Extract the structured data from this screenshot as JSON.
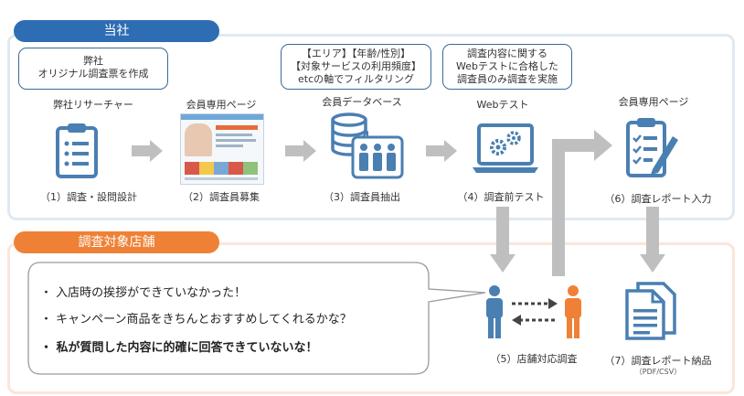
{
  "sections": {
    "company": "当社",
    "store": "調査対象店舗"
  },
  "notes": {
    "company_note": "弊社\nオリジナル調査票を作成",
    "filter_note": "【エリア】【年齢/性別】\n【対象サービスの利用頻度】\netcの軸でフィルタリング",
    "test_note": "調査内容に関する\nWebテストに合格した\n調査員のみ調査を実施"
  },
  "steps": [
    {
      "top": "弊社リサーチャー",
      "caption": "（1）調査・設問設計",
      "icon": "clipboard-list-icon"
    },
    {
      "top": "会員専用ページ",
      "caption": "（2）調査員募集",
      "icon": "webpage-screenshot"
    },
    {
      "top": "会員データベース",
      "caption": "（3）調査員抽出",
      "icon": "database-people-icon"
    },
    {
      "top": "Webテスト",
      "caption": "（4）調査前テスト",
      "icon": "laptop-gears-icon"
    },
    {
      "top": "会員専用ページ",
      "caption": "（6）調査レポート入力",
      "icon": "clipboard-check-pen-icon"
    }
  ],
  "bottom_steps": [
    {
      "caption": "（5）店舗対応調査",
      "icon": "two-people-exchange-icon"
    },
    {
      "caption": "（7）調査レポート納品",
      "sub": "（PDF/CSV）",
      "icon": "documents-icon"
    }
  ],
  "bubble": {
    "items": [
      {
        "text": "入店時の挨拶ができていなかった！",
        "bold": false
      },
      {
        "text": "キャンペーン商品をきちんとおすすめしてくれるかな？",
        "bold": false
      },
      {
        "text": "私が質問した内容に的確に回答できていないな！",
        "bold": true
      }
    ]
  },
  "colors": {
    "blue": "#2e6db4",
    "orange": "#ef8136",
    "icon_blue": "#4a7fb2",
    "arrow_gray": "#bfbfbf"
  }
}
